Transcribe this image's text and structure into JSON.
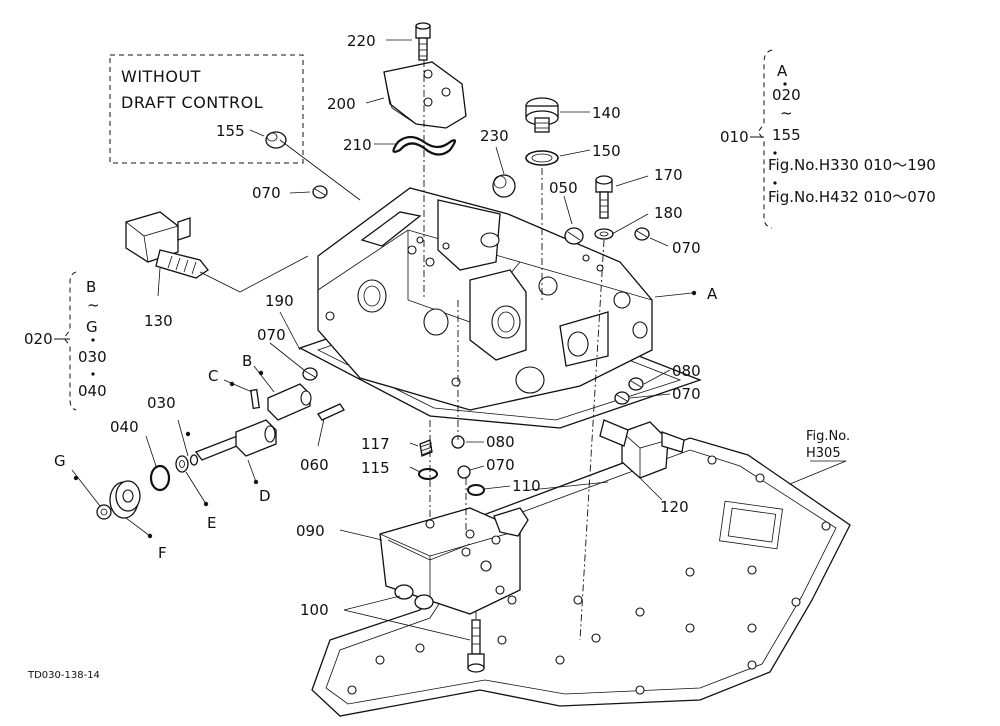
{
  "inset": {
    "line1": "WITHOUT",
    "line2": "DRAFT CONTROL",
    "part": "155"
  },
  "legend_right": {
    "group": "010",
    "top": "A",
    "mid1": "020",
    "tilde": "~",
    "mid2": "155",
    "ref1": "Fig.No.H330  010～190",
    "ref2": "Fig.No.H432  010～070"
  },
  "legend_left": {
    "group": "020",
    "top": "B",
    "tilde": "~",
    "mid": "G",
    "p1": "030",
    "p2": "040"
  },
  "labels": {
    "p220": "220",
    "p200": "200",
    "p210": "210",
    "p230": "230",
    "p140": "140",
    "p150": "150",
    "p170": "170",
    "p180": "180",
    "p070a": "070",
    "p070b": "070",
    "p050": "050",
    "p130": "130",
    "pA": "A",
    "p190": "190",
    "p070c": "070",
    "pC": "C",
    "pB": "B",
    "p030": "030",
    "p040": "040",
    "pG": "G",
    "p080a": "080",
    "p070d": "070",
    "p117": "117",
    "p080b": "080",
    "p115": "115",
    "p070e": "070",
    "p110": "110",
    "p060": "060",
    "pD": "D",
    "pE": "E",
    "pF": "F",
    "p120": "120",
    "p090": "090",
    "p100": "100"
  },
  "figref": {
    "line1": "Fig.No.",
    "line2": "H305"
  },
  "footer_code": "TD030-138-14"
}
